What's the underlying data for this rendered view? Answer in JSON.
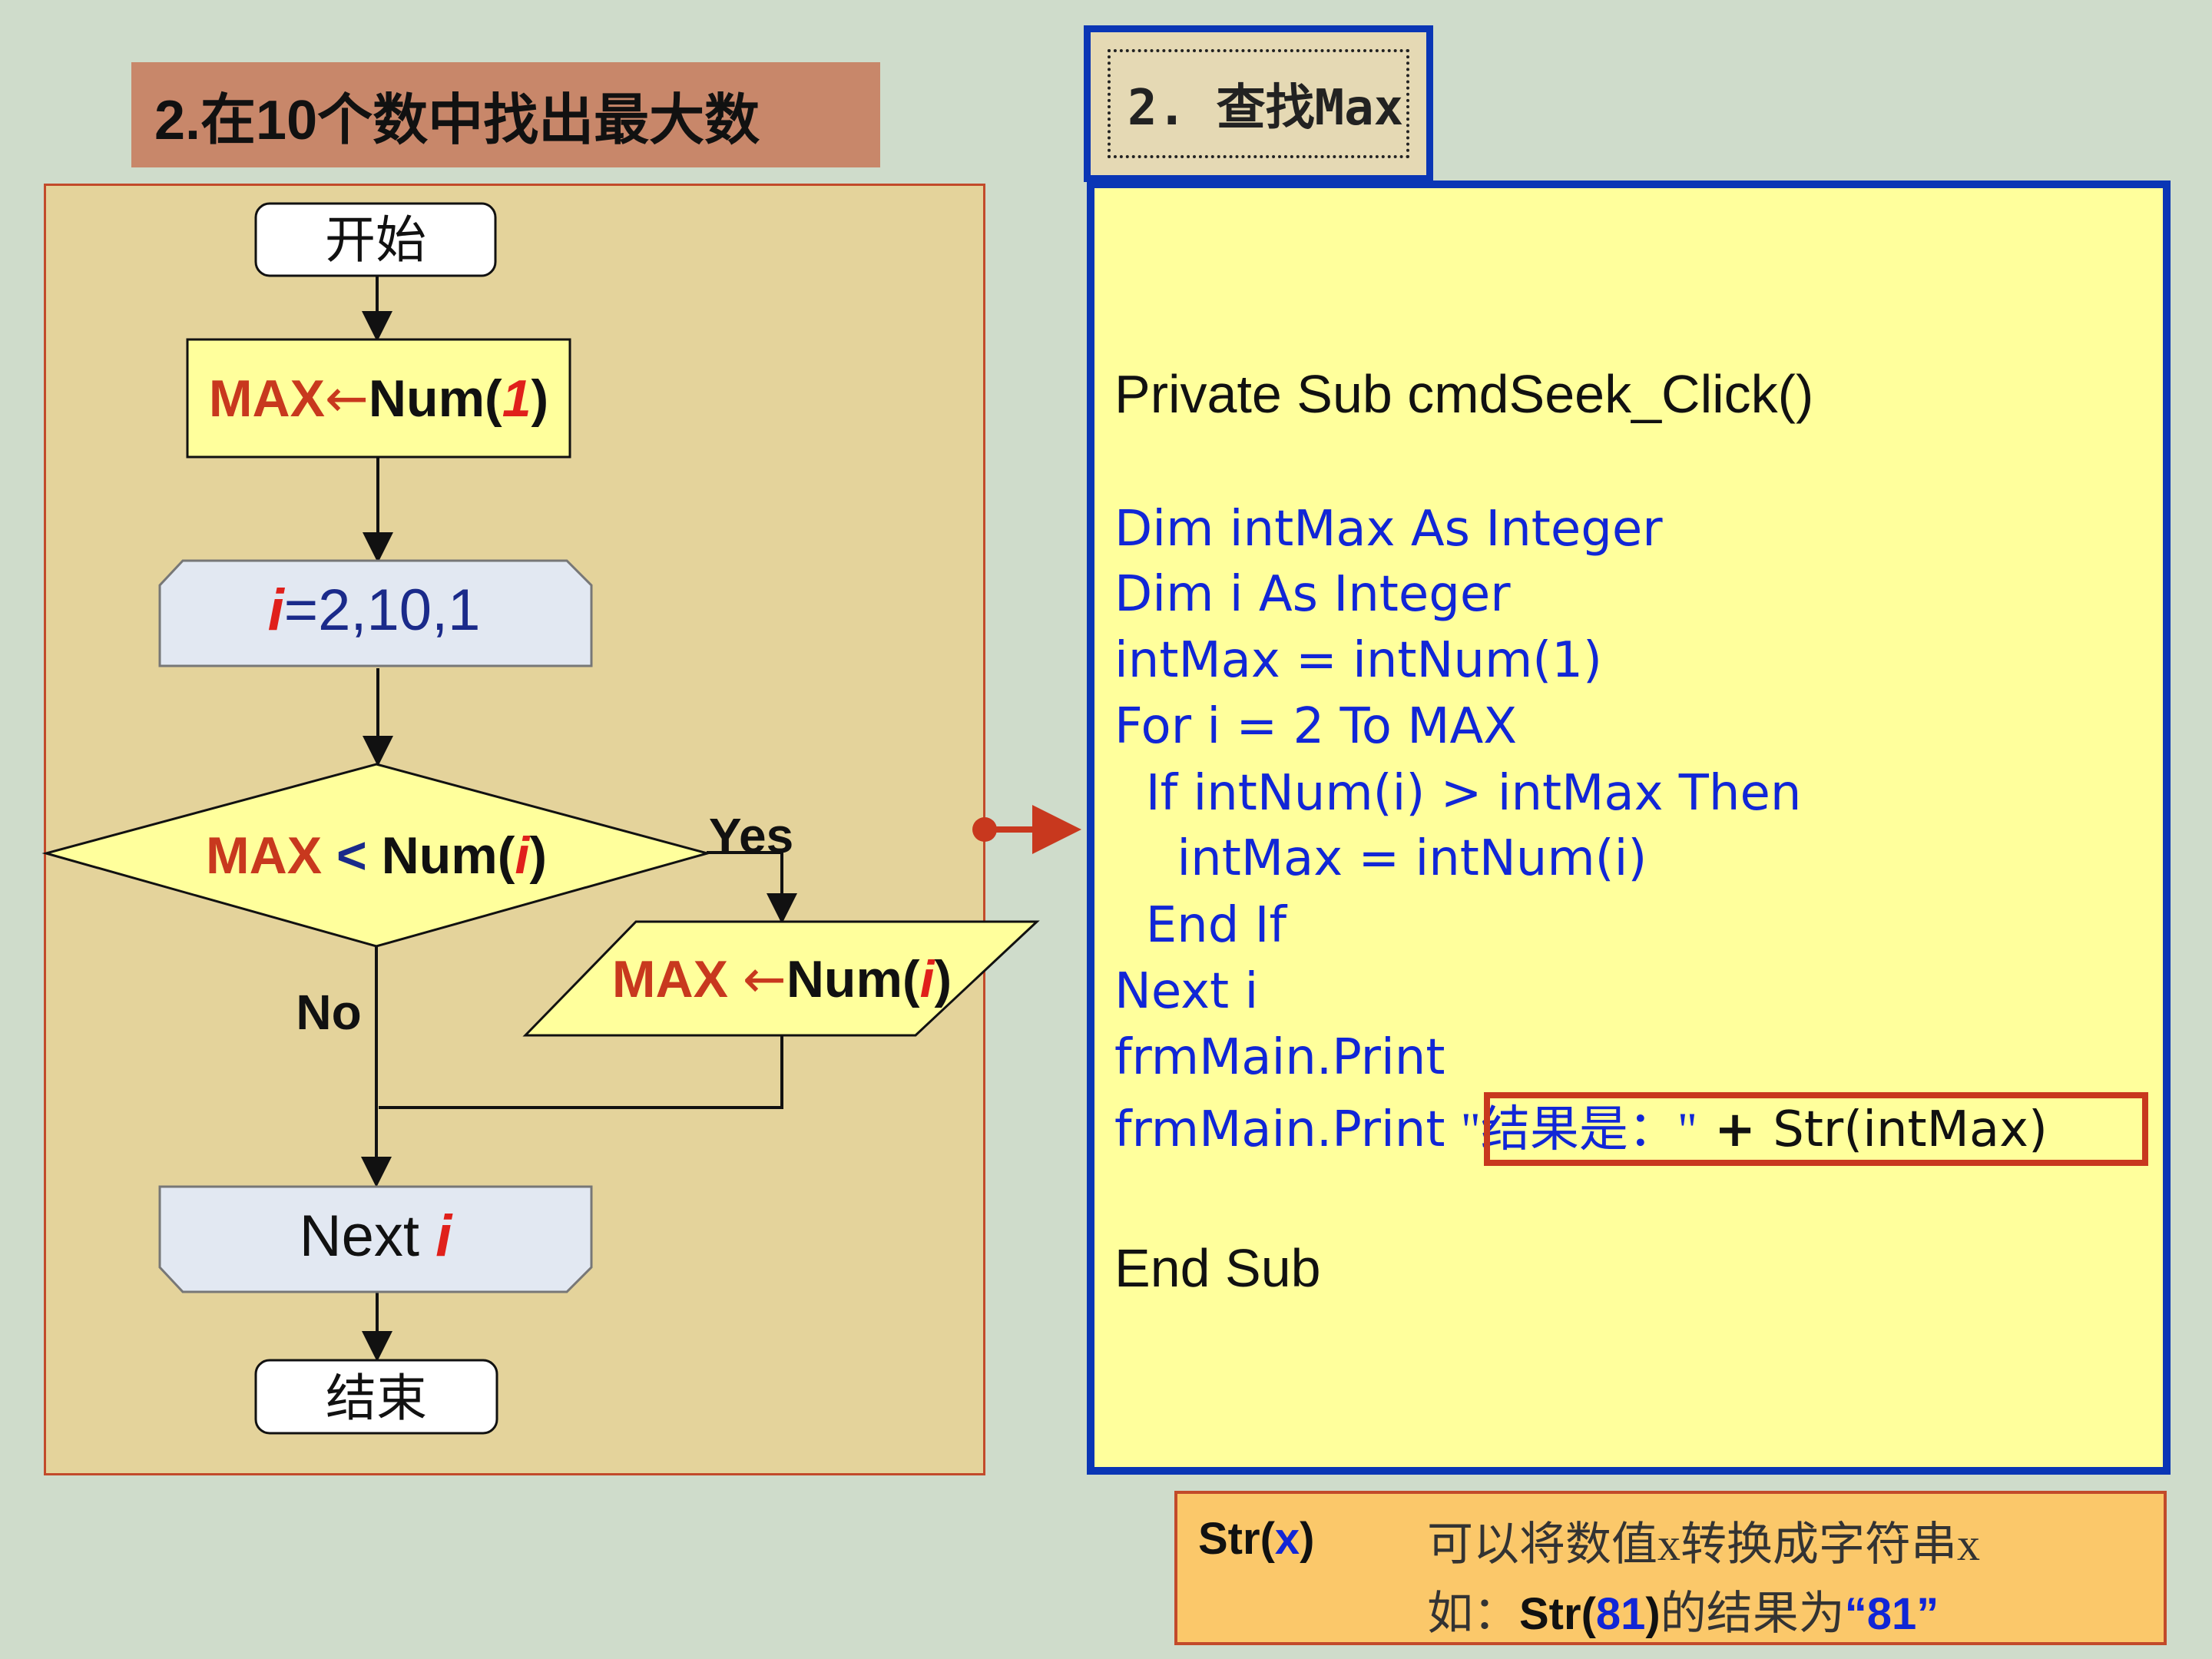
{
  "slide_title": "2.在10个数中找出最大数",
  "seek_tab_label": "2. 查找Max",
  "flowchart": {
    "start": "开始",
    "assign_max": "MAX←Num(",
    "assign_index": "1",
    "assign_close": ")",
    "loop_var": "i",
    "loop_range": "=2,10,1",
    "decision_left": "MAX",
    "decision_op": " < ",
    "decision_fn": "Num(",
    "decision_var": "i",
    "decision_close": ")",
    "yes_label": "Yes",
    "no_label": "No",
    "update_left": "MAX ",
    "update_arrow": "←",
    "update_fn": "Num(",
    "update_var": "i",
    "update_close": ")",
    "next_word": "Next ",
    "next_var": "i",
    "end": "结束"
  },
  "code": {
    "line_sub": "Private Sub cmdSeek_Click()",
    "line_dim_max": "Dim intMax As Integer",
    "line_dim_i": "Dim i As Integer",
    "line_init": "intMax = intNum(1)",
    "line_for": "For i = 2 To MAX",
    "line_if": "  If intNum(i) > intMax Then",
    "line_assign": "    intMax = intNum(i)",
    "line_endif": "  End If",
    "line_next": "Next i",
    "line_print1": "frmMain.Print",
    "line_print2_prefix": "frmMain.Print ",
    "line_print2_str": "\"结果是：\"",
    "line_print2_plus": " + ",
    "line_print2_fn": "Str(intMax)",
    "line_endsub": "End Sub"
  },
  "note": {
    "fn_name": "Str(",
    "fn_arg": "x",
    "fn_close": ")",
    "description": "可以将数值x转换成字符串x",
    "example_prefix": "如：",
    "example_fn": "Str(",
    "example_arg": "81",
    "example_close": ")",
    "example_middle": "的结果为",
    "example_result": "“81”"
  },
  "colors": {
    "red": "#e0201b",
    "orange_red": "#c8381e",
    "blue": "#0a36b5",
    "navy": "#1a2a8a"
  }
}
